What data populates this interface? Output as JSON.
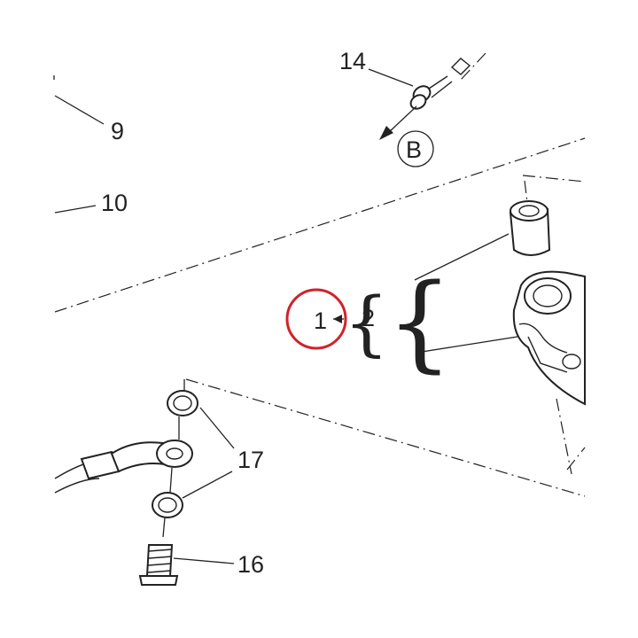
{
  "diagram": {
    "callouts": {
      "c1": "1",
      "c2": "2",
      "c9": "9",
      "c10": "10",
      "c14": "14",
      "c16": "16",
      "c17": "17"
    },
    "view_marker": "B",
    "highlight_color": "#d0232a",
    "line_color": "#222222"
  }
}
